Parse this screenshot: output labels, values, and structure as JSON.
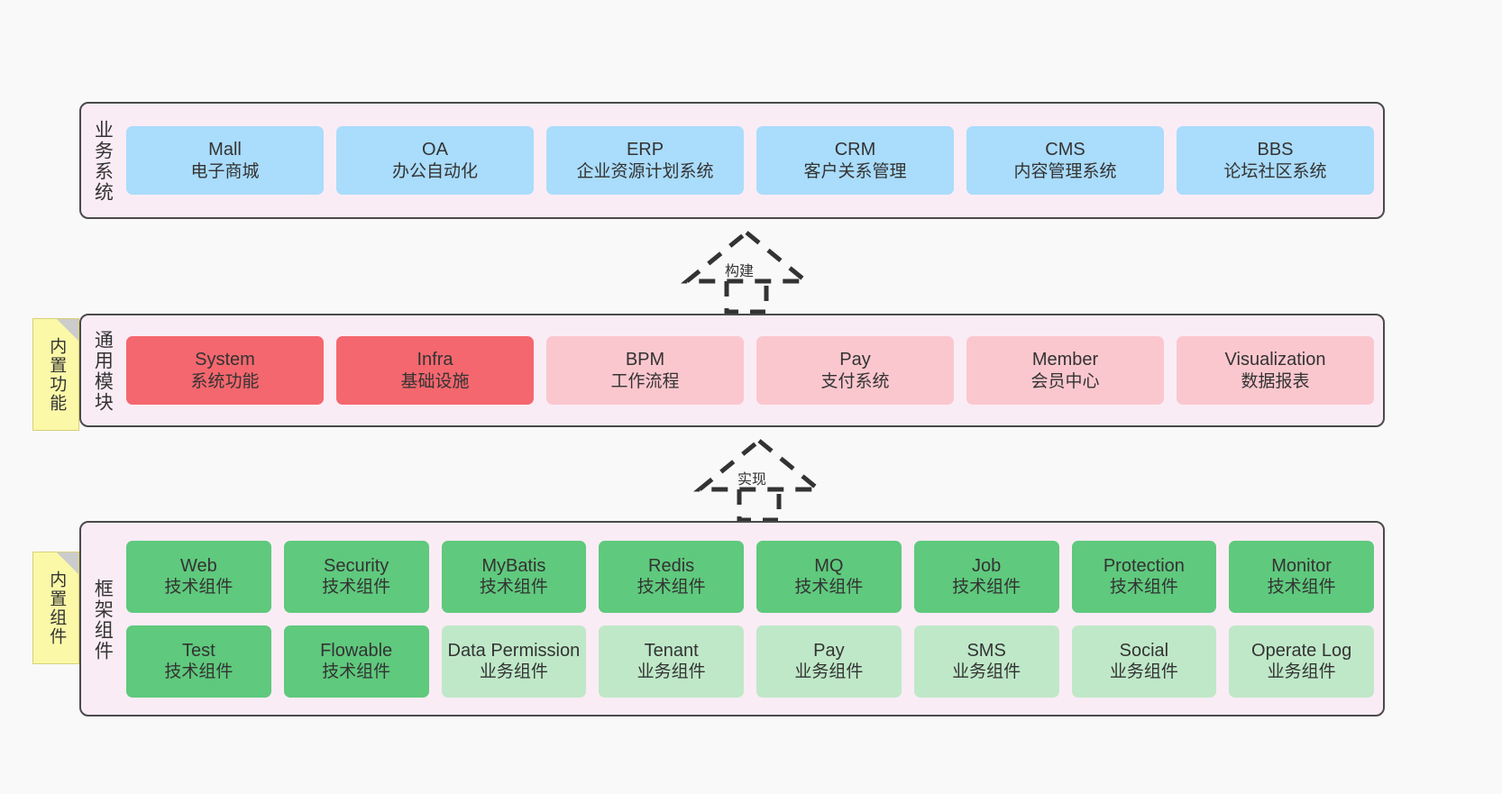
{
  "diagram": {
    "background_color": "#f9f9f9",
    "layer_fill": "#faecf5",
    "layer_border": "#4a4a4a"
  },
  "layers": [
    {
      "id": "business",
      "title": "业务系统",
      "rows": [
        {
          "cells": [
            {
              "en": "Mall",
              "cn": "电子商城",
              "color": "#aadcfb",
              "style": "c-blue"
            },
            {
              "en": "OA",
              "cn": "办公自动化",
              "color": "#aadcfb",
              "style": "c-blue"
            },
            {
              "en": "ERP",
              "cn": "企业资源计划系统",
              "color": "#aadcfb",
              "style": "c-blue"
            },
            {
              "en": "CRM",
              "cn": "客户关系管理",
              "color": "#aadcfb",
              "style": "c-blue"
            },
            {
              "en": "CMS",
              "cn": "内容管理系统",
              "color": "#aadcfb",
              "style": "c-blue"
            },
            {
              "en": "BBS",
              "cn": "论坛社区系统",
              "color": "#aadcfb",
              "style": "c-blue"
            }
          ]
        }
      ]
    },
    {
      "id": "module",
      "title": "通用模块",
      "sticky": "内置功能",
      "rows": [
        {
          "cells": [
            {
              "en": "System",
              "cn": "系统功能",
              "color": "#f4676e",
              "style": "c-red"
            },
            {
              "en": "Infra",
              "cn": "基础设施",
              "color": "#f4676e",
              "style": "c-red"
            },
            {
              "en": "BPM",
              "cn": "工作流程",
              "color": "#fbc7ce",
              "style": "c-pinklite"
            },
            {
              "en": "Pay",
              "cn": "支付系统",
              "color": "#fbc7ce",
              "style": "c-pinklite"
            },
            {
              "en": "Member",
              "cn": "会员中心",
              "color": "#fbc7ce",
              "style": "c-pinklite"
            },
            {
              "en": "Visualization",
              "cn": "数据报表",
              "color": "#fbc7ce",
              "style": "c-pinklite"
            }
          ]
        }
      ]
    },
    {
      "id": "framework",
      "title": "框架组件",
      "sticky": "内置组件",
      "rows": [
        {
          "cells": [
            {
              "en": "Web",
              "cn": "技术组件",
              "color": "#5fc97d",
              "style": "c-green"
            },
            {
              "en": "Security",
              "cn": "技术组件",
              "color": "#5fc97d",
              "style": "c-green"
            },
            {
              "en": "MyBatis",
              "cn": "技术组件",
              "color": "#5fc97d",
              "style": "c-green"
            },
            {
              "en": "Redis",
              "cn": "技术组件",
              "color": "#5fc97d",
              "style": "c-green"
            },
            {
              "en": "MQ",
              "cn": "技术组件",
              "color": "#5fc97d",
              "style": "c-green"
            },
            {
              "en": "Job",
              "cn": "技术组件",
              "color": "#5fc97d",
              "style": "c-green"
            },
            {
              "en": "Protection",
              "cn": "技术组件",
              "color": "#5fc97d",
              "style": "c-green"
            },
            {
              "en": "Monitor",
              "cn": "技术组件",
              "color": "#5fc97d",
              "style": "c-green"
            }
          ]
        },
        {
          "cells": [
            {
              "en": "Test",
              "cn": "技术组件",
              "color": "#5fc97d",
              "style": "c-green"
            },
            {
              "en": "Flowable",
              "cn": "技术组件",
              "color": "#5fc97d",
              "style": "c-green"
            },
            {
              "en": "Data Permission",
              "cn": "业务组件",
              "color": "#bfe8c8",
              "style": "c-greenlite"
            },
            {
              "en": "Tenant",
              "cn": "业务组件",
              "color": "#bfe8c8",
              "style": "c-greenlite"
            },
            {
              "en": "Pay",
              "cn": "业务组件",
              "color": "#bfe8c8",
              "style": "c-greenlite"
            },
            {
              "en": "SMS",
              "cn": "业务组件",
              "color": "#bfe8c8",
              "style": "c-greenlite"
            },
            {
              "en": "Social",
              "cn": "业务组件",
              "color": "#bfe8c8",
              "style": "c-greenlite"
            },
            {
              "en": "Operate Log",
              "cn": "业务组件",
              "color": "#bfe8c8",
              "style": "c-greenlite"
            }
          ]
        }
      ]
    }
  ],
  "connectors": [
    {
      "id": "build",
      "label": "构建",
      "from": "module",
      "to": "business"
    },
    {
      "id": "impl",
      "label": "实现",
      "from": "framework",
      "to": "module"
    }
  ]
}
